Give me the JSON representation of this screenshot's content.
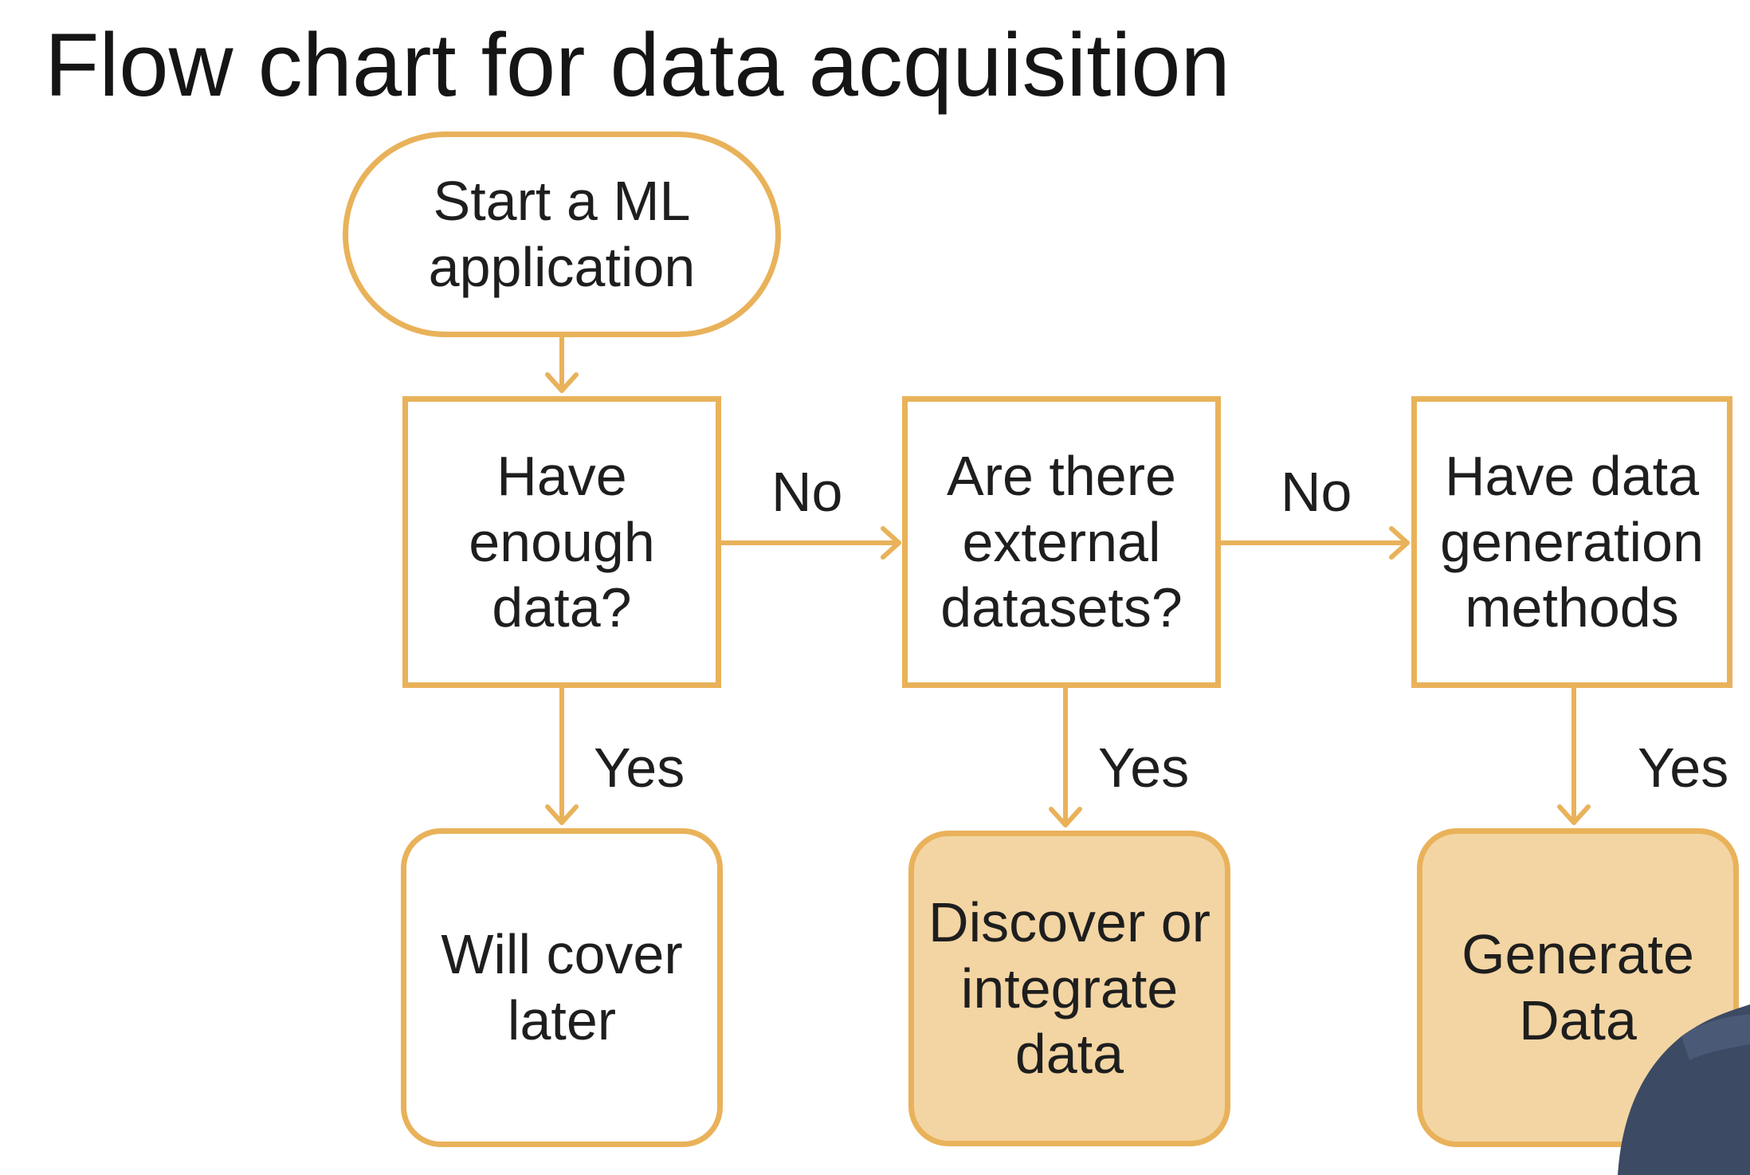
{
  "title": "Flow chart for data acquisition",
  "nodes": {
    "start": "Start a ML\napplication",
    "have_enough_data": "Have\nenough\ndata?",
    "external_datasets": "Are there\nexternal\ndatasets?",
    "data_generation": "Have data\ngeneration\nmethods",
    "will_cover_later": "Will cover\nlater",
    "discover_integrate": "Discover or\nintegrate\ndata",
    "generate_data": "Generate\nData"
  },
  "edge_labels": {
    "no_1": "No",
    "no_2": "No",
    "yes_1": "Yes",
    "yes_2": "Yes",
    "yes_3": "Yes"
  },
  "colors": {
    "stroke": "#e9b25a",
    "fill_highlight": "#f3d5a3",
    "text": "#1e1e1e"
  }
}
